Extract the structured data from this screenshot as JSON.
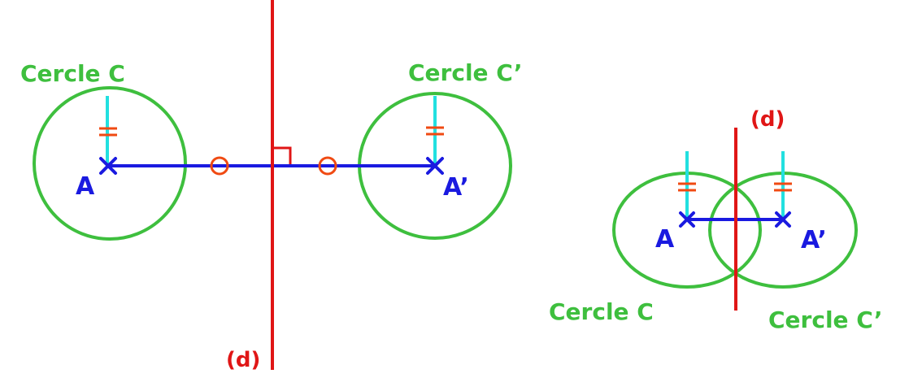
{
  "colors": {
    "circle": "#3ebf3e",
    "axis": "#e01616",
    "segment": "#1a1ae0",
    "radius": "#22e0e0",
    "mark": "#f04a12"
  },
  "figure1": {
    "circle_c_label": "Cercle C",
    "circle_c_prime_label": "Cercle C’",
    "point_a_label": "A",
    "point_a_prime_label": "A’",
    "line_label": "(d)"
  },
  "figure2": {
    "circle_c_label": "Cercle C",
    "circle_c_prime_label": "Cercle C’",
    "point_a_label": "A",
    "point_a_prime_label": "A’",
    "line_label": "(d)"
  }
}
